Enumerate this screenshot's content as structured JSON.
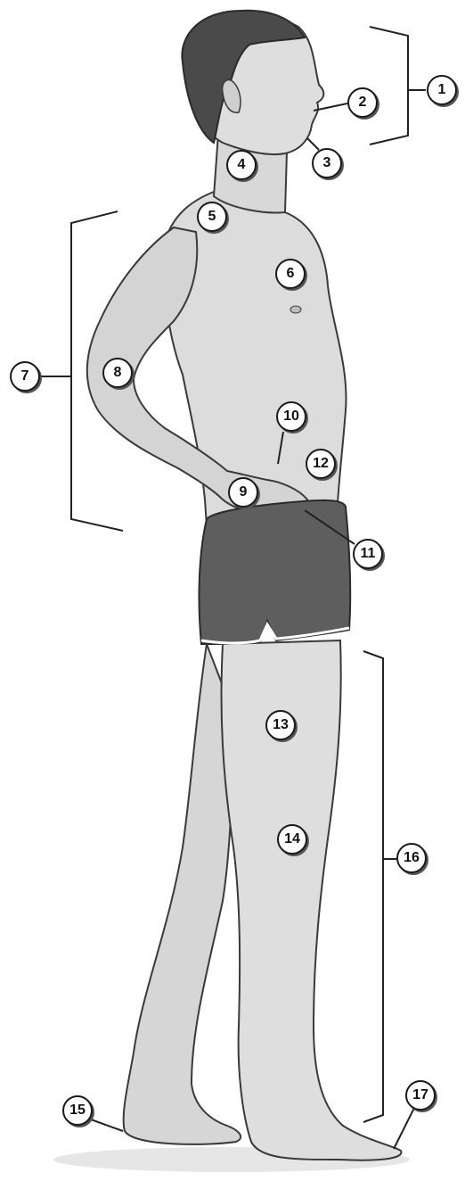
{
  "diagram": {
    "labels": [
      "1",
      "2",
      "3",
      "4",
      "5",
      "6",
      "7",
      "8",
      "9",
      "10",
      "11",
      "12",
      "13",
      "14",
      "15",
      "16",
      "17"
    ]
  },
  "colors": {
    "skin": "#dcdcdc",
    "skin_shadow": "#bdbdbd",
    "outline": "#3a3a3a",
    "shorts": "#5e5e5e",
    "hair": "#4a4a4a",
    "marker_border": "#1a1a1a"
  }
}
